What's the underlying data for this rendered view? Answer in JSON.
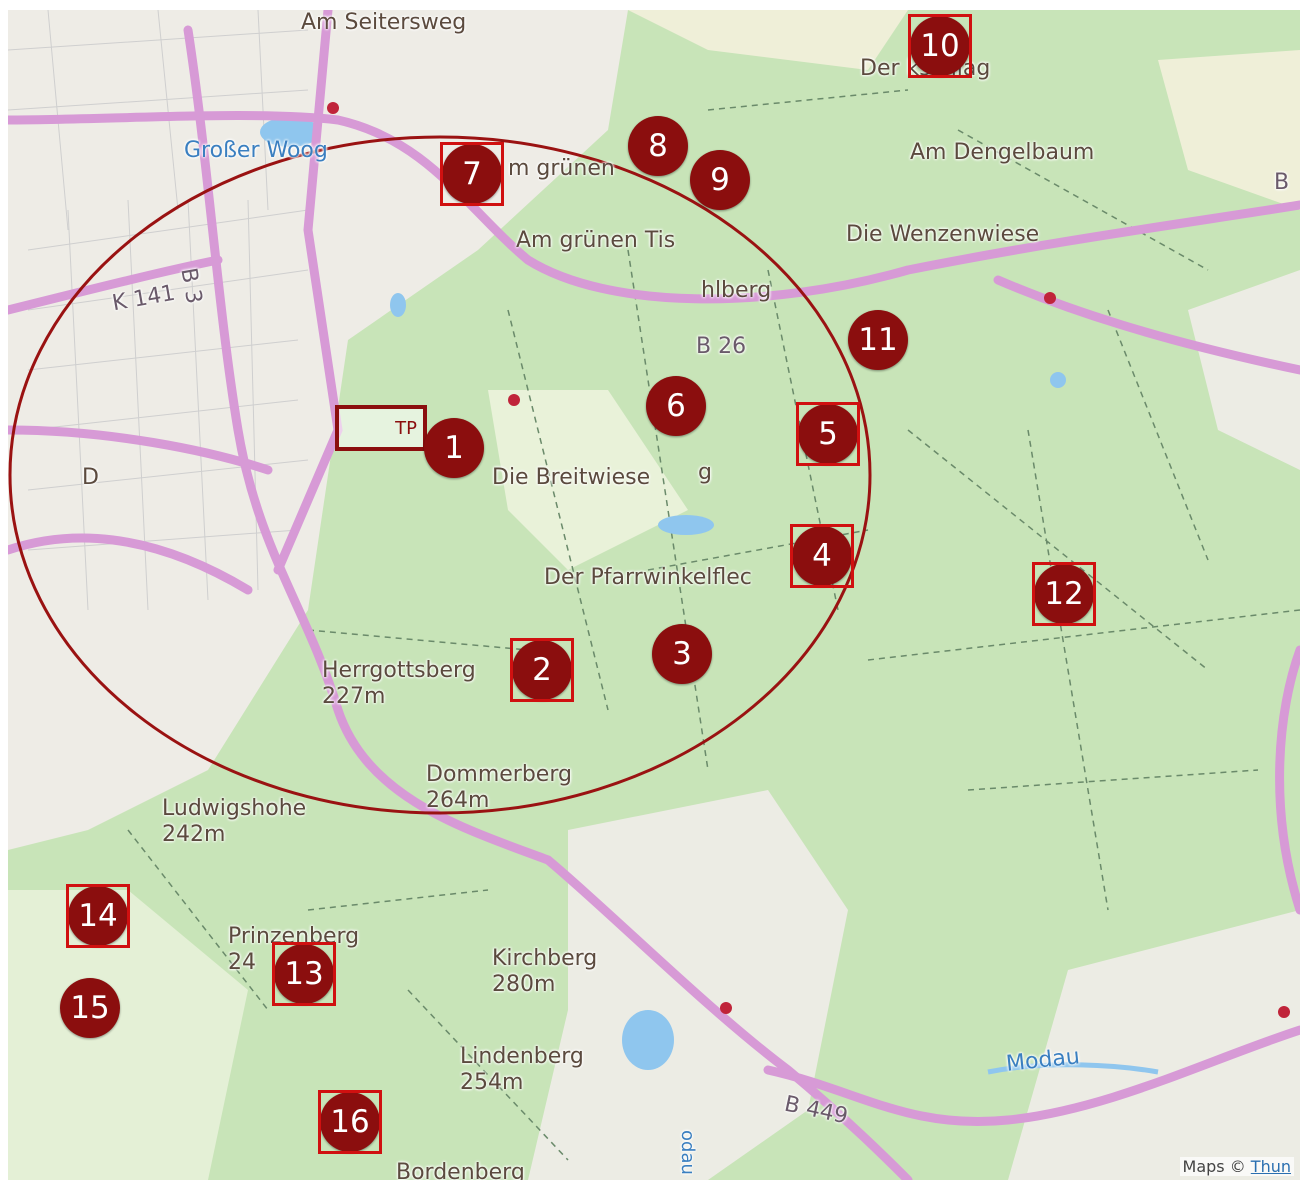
{
  "map": {
    "labels": {
      "am_seitersweg": "Am Seitersweg",
      "grosser_woog": "Großer Woog",
      "am_gruenen_top": "m grünen",
      "am_gruenen_tis": "Am grünen Tis",
      "der_kschlag": "Der      kschlag",
      "am_dengelbaum": "Am Dengelbaum",
      "die_wenzenwiese": "Die Wenzenwiese",
      "hlberg": "hlberg",
      "b26": "B 26",
      "b_edge": "B",
      "k141": "K 141",
      "b3_vertical": "B 3",
      "d_letter": "D",
      "die_breitwiese": "Die Breitwiese",
      "g_letter": "g",
      "der_pfarrwinkelflec": "Der Pfarrwinkelflec",
      "herrgottsberg": "Herrgottsberg",
      "herrgottsberg_alt": "227m",
      "dommerberg": "Dommerberg",
      "dommerberg_alt": "264m",
      "ludwigshoehe": "Ludwigshohe",
      "ludwigshoehe_alt": "242m",
      "prinzenberg": "Prinzenberg",
      "prinzenberg_alt": "24",
      "kirchberg": "Kirchberg",
      "kirchberg_alt": "280m",
      "lindenberg": "Lindenberg",
      "lindenberg_alt": "254m",
      "bordenberg": "Bordenberg",
      "modau": "Modau",
      "modau_vertical": "odau",
      "b449": "B 449"
    },
    "tp_label": "TP",
    "attribution": {
      "prefix": "Maps © ",
      "link": "Thun"
    },
    "markers": [
      {
        "id": "1",
        "label": "1",
        "selected": false
      },
      {
        "id": "2",
        "label": "2",
        "selected": true
      },
      {
        "id": "3",
        "label": "3",
        "selected": false
      },
      {
        "id": "4",
        "label": "4",
        "selected": true
      },
      {
        "id": "5",
        "label": "5",
        "selected": true
      },
      {
        "id": "6",
        "label": "6",
        "selected": false
      },
      {
        "id": "7",
        "label": "7",
        "selected": true
      },
      {
        "id": "8",
        "label": "8",
        "selected": false
      },
      {
        "id": "9",
        "label": "9",
        "selected": false
      },
      {
        "id": "10",
        "label": "10",
        "selected": true
      },
      {
        "id": "11",
        "label": "11",
        "selected": false
      },
      {
        "id": "12",
        "label": "12",
        "selected": true
      },
      {
        "id": "13",
        "label": "13",
        "selected": true
      },
      {
        "id": "14",
        "label": "14",
        "selected": true
      },
      {
        "id": "15",
        "label": "15",
        "selected": false
      },
      {
        "id": "16",
        "label": "16",
        "selected": true
      }
    ],
    "colors": {
      "marker": "#8b0e0e",
      "selection": "#d01010",
      "road": "#d79ad6",
      "forest": "#c8e4b8",
      "open_land": "#f2efe6",
      "water": "#8fc6ee"
    }
  }
}
